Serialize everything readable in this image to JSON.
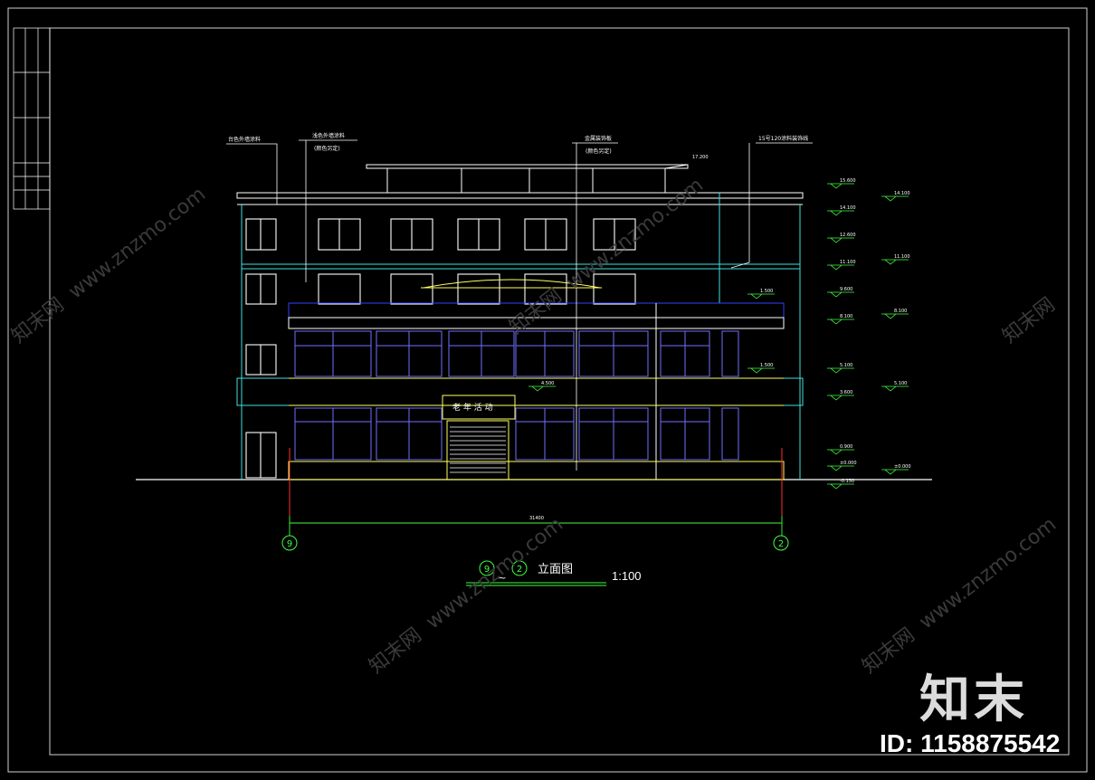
{
  "drawing": {
    "axis_left": "9",
    "axis_right": "2",
    "title_from": "9",
    "title_tilde": "~",
    "title_to": "2",
    "title_text": "立面图",
    "scale": "1:100",
    "sign_text": "老 年 活 动",
    "callouts": [
      "台色外墙涂料",
      "浅色外墙涂料",
      "(颜色另定)",
      "金属装饰板",
      "(颜色另定)",
      "15号120涂料装饰线"
    ],
    "elev_left": [
      "1.500",
      "4.500",
      "1.500"
    ],
    "elev_right_a": [
      "15.600",
      "14.100",
      "12.600",
      "11.100",
      "9.600",
      "8.100",
      "5.100",
      "3.600",
      "0.900",
      "±0.000",
      "-0.150"
    ],
    "elev_right_b": [
      "14.100",
      "11.100",
      "8.100",
      "5.100",
      "±0.000"
    ],
    "top_elev": "17.200",
    "dim_width": "31400"
  },
  "watermark": {
    "url": "www.znzmo.com",
    "brand": "知末网",
    "logo": "知末",
    "id": "ID: 1158875542"
  },
  "colors": {
    "line_cyan": "#40e0e0",
    "line_white": "#ffffff",
    "line_green": "#40ff40",
    "line_yellow": "#ffff60",
    "line_blue": "#3040ff",
    "window_blue": "#7070ff",
    "line_red": "#ff3030",
    "frame": "#d0d0d0"
  }
}
